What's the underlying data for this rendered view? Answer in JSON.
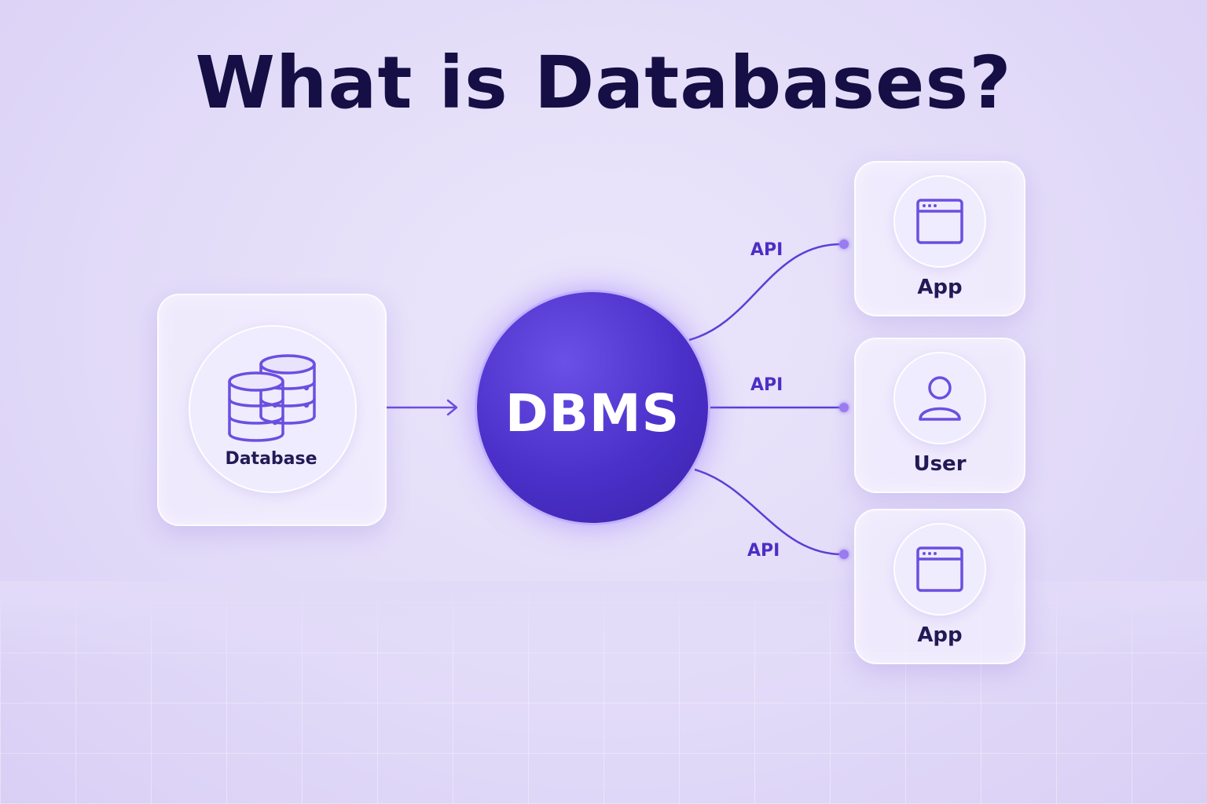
{
  "title": "What is Databases?",
  "database": {
    "label": "Database",
    "icon": "database-stack-icon"
  },
  "dbms": {
    "label": "DBMS"
  },
  "connections": [
    {
      "api_label": "API",
      "target": {
        "label": "App",
        "icon": "app-window-icon"
      }
    },
    {
      "api_label": "API",
      "target": {
        "label": "User",
        "icon": "user-icon"
      }
    },
    {
      "api_label": "API",
      "target": {
        "label": "App",
        "icon": "app-window-icon"
      }
    }
  ],
  "colors": {
    "accent": "#5b3fd6",
    "title": "#150f45",
    "dbms_fill": "#4a30c9",
    "background": "#e2dbf8"
  }
}
